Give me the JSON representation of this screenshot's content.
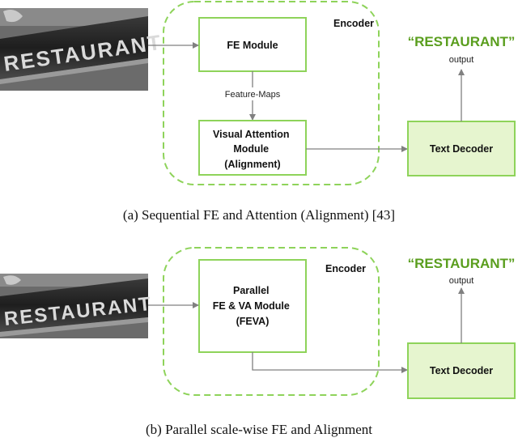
{
  "colors": {
    "box_border": "#8ed35a",
    "box_fill": "#ffffff",
    "decoder_fill": "#e6f5cf",
    "encoder_dash": "#8ed35a",
    "output_text": "#5a9e1e",
    "arrow": "#808080",
    "sign_dark": "#2a2a2a",
    "sign_letters": "#d9d9d9"
  },
  "icons": {
    "input_image": "restaurant-sign-photo"
  },
  "panel_a": {
    "sign_text": "RESTAURANT",
    "encoder_label": "Encoder",
    "fe_module": "FE Module",
    "feature_maps": "Feature-Maps",
    "va_module_lines": [
      "Visual Attention",
      "Module",
      "(Alignment)"
    ],
    "text_decoder": "Text Decoder",
    "output_quote": "“RESTAURANT”",
    "output_label": "output",
    "caption": "(a) Sequential FE and Attention (Alignment) [43]"
  },
  "panel_b": {
    "sign_text": "RESTAURANT",
    "encoder_label": "Encoder",
    "feva_lines": [
      "Parallel",
      "FE & VA Module",
      "(FEVA)"
    ],
    "text_decoder": "Text Decoder",
    "output_quote": "“RESTAURANT”",
    "output_label": "output",
    "caption": "(b) Parallel scale-wise FE and Alignment"
  }
}
